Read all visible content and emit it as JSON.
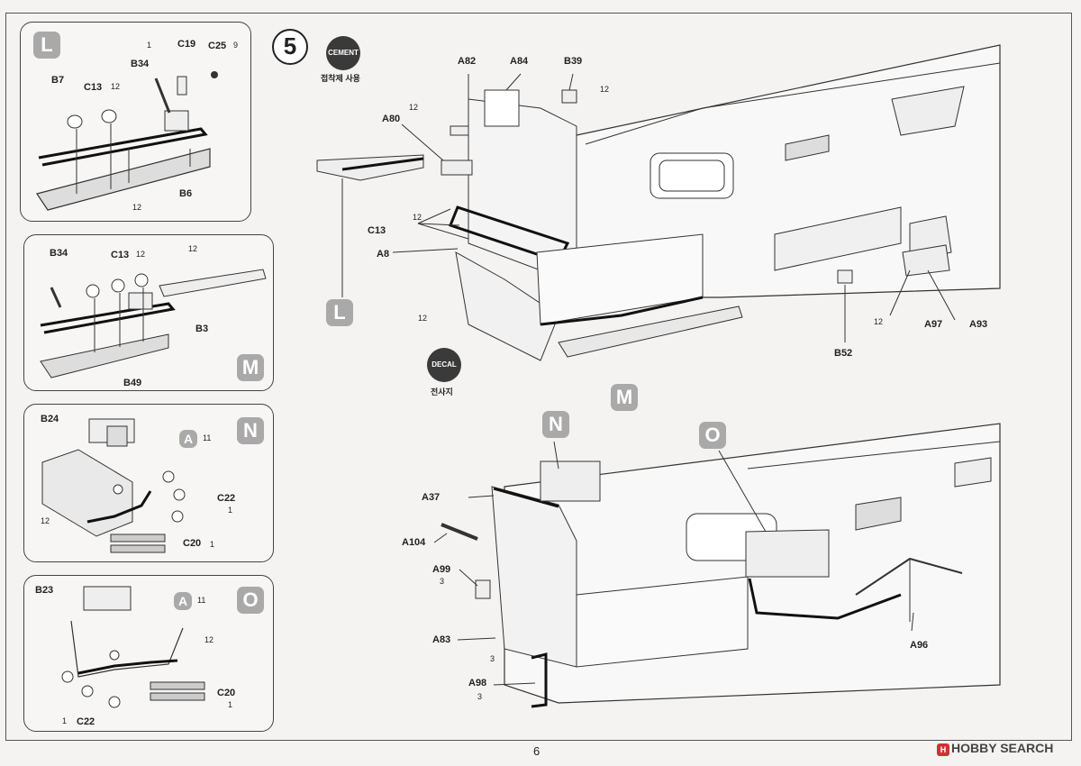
{
  "page_number": "6",
  "step_number": "5",
  "cement": {
    "badge": "CEMENT",
    "caption": "접착제 사용"
  },
  "decal": {
    "badge": "DECAL",
    "caption": "전사지"
  },
  "watermark": {
    "logo": "H",
    "text": "HOBBY SEARCH"
  },
  "panels": {
    "L": {
      "tag": "L",
      "labels": [
        "C19",
        "C25",
        "B34",
        "B7",
        "C13",
        "B6"
      ],
      "marks": [
        "1",
        "9",
        "12",
        "12"
      ]
    },
    "M": {
      "tag": "M",
      "labels": [
        "B34",
        "C13",
        "B3",
        "B49"
      ],
      "marks": [
        "12",
        "12"
      ]
    },
    "N": {
      "tag": "N",
      "labels": [
        "B24",
        "A",
        "C22",
        "C20"
      ],
      "marks": [
        "11",
        "12",
        "1",
        "1"
      ]
    },
    "O": {
      "tag": "O",
      "labels": [
        "B23",
        "A",
        "C20",
        "C22"
      ],
      "marks": [
        "11",
        "12",
        "1",
        "1"
      ]
    }
  },
  "main_upper": {
    "labels": [
      "A82",
      "A84",
      "B39",
      "A80",
      "C13",
      "A8",
      "B52",
      "A97",
      "A93"
    ],
    "tags": [
      "L",
      "M"
    ],
    "marks": [
      "12",
      "12",
      "12",
      "12",
      "12"
    ]
  },
  "main_lower": {
    "labels": [
      "A37",
      "A104",
      "A99",
      "A83",
      "A98",
      "A96"
    ],
    "tags": [
      "N",
      "O"
    ],
    "marks": [
      "3",
      "3",
      "3"
    ]
  }
}
